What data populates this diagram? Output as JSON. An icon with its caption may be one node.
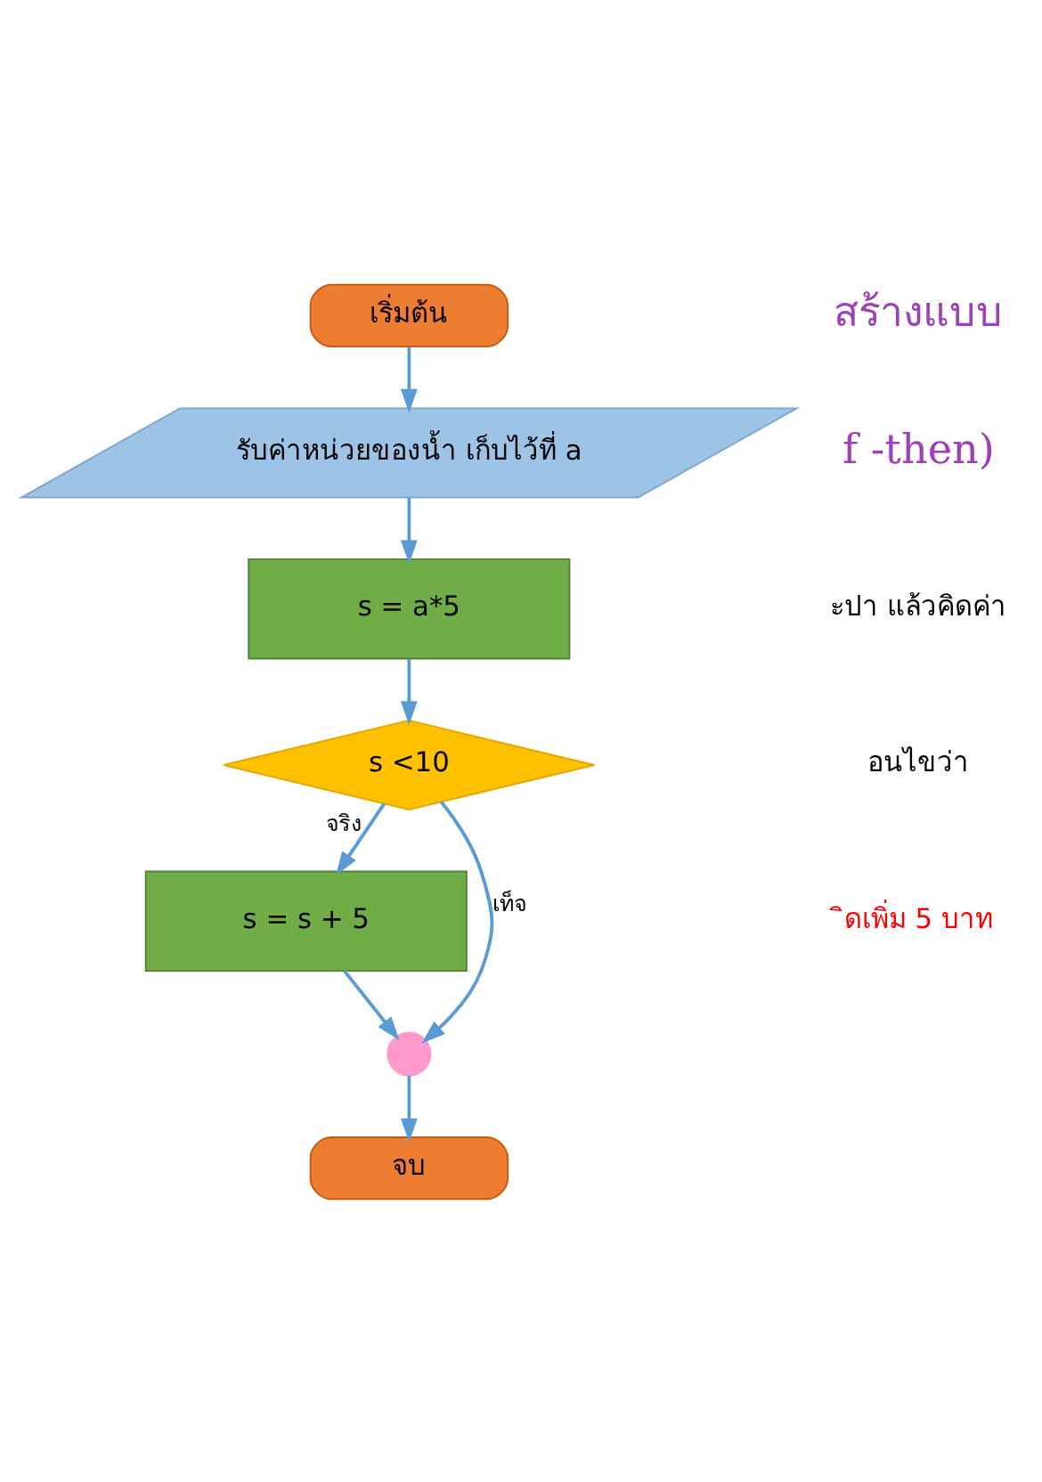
{
  "diagram": {
    "nodes": [
      {
        "text": [
          "เริ่มต้น"
        ]
      },
      {
        "text": [
          "รับค่าหน่วยของน้ำ เก็บไว้ที่ a"
        ]
      },
      {
        "text": [
          "s = a*5"
        ]
      },
      {
        "text": [
          "s <10"
        ]
      },
      {
        "text": [
          "s = s + 5"
        ]
      },
      {
        "text": [],
        "shape": "circle"
      },
      {
        "text": [
          "จบ"
        ]
      }
    ],
    "edges": [
      {
        "from": 0,
        "to": 1,
        "arrow": "to"
      },
      {
        "from": 1,
        "to": 2,
        "arrow": "to"
      },
      {
        "from": 2,
        "to": 3,
        "arrow": "to"
      },
      {
        "from": 3,
        "to": 4,
        "arrow": "to",
        "label": "จริง"
      },
      {
        "from": 3,
        "to": 5,
        "arrow": "to",
        "label": "เท็จ"
      },
      {
        "from": 4,
        "to": 5,
        "arrow": "to"
      },
      {
        "from": 5,
        "to": 6,
        "arrow": "to"
      }
    ],
    "labels": [
      "สร้างแบบ",
      "f -then)",
      "ะปา แล้วคิดค่า",
      "อนไขว่า",
      "ิดเพิ่ม 5 บาท"
    ]
  }
}
